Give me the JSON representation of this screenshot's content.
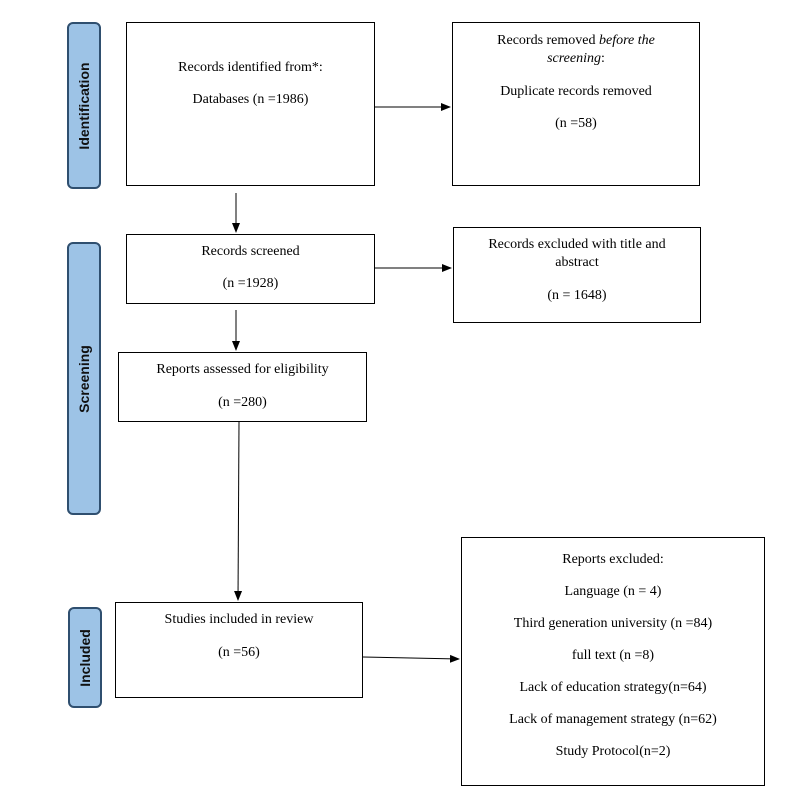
{
  "phases": {
    "identification": "Identification",
    "screening": "Screening",
    "included": "Included"
  },
  "boxes": {
    "identified": {
      "line1": "Records identified from*:",
      "line2": "Databases (n =1986)"
    },
    "removed": {
      "line1": "Records removed ",
      "line1_italic": "before the",
      "line2_italic": "screening",
      "line2_suffix": ":",
      "line3": "Duplicate records removed",
      "line4": "(n =58)"
    },
    "screened": {
      "line1": "Records screened",
      "line2": "(n =1928)"
    },
    "excluded_title": {
      "line1": "Records excluded with title and",
      "line2": "abstract",
      "line3": "(n = 1648)"
    },
    "assessed": {
      "line1": "Reports assessed for eligibility",
      "line2": "(n =280)"
    },
    "included": {
      "line1": "Studies included in review",
      "line2": "(n =56)"
    },
    "reports_excluded": {
      "title": "Reports excluded:",
      "items": [
        "Language (n = 4)",
        "Third generation university (n =84)",
        "full text (n =8)",
        "Lack of education strategy(n=64)",
        "Lack of management strategy (n=62)",
        "Study Protocol(n=2)"
      ]
    }
  }
}
